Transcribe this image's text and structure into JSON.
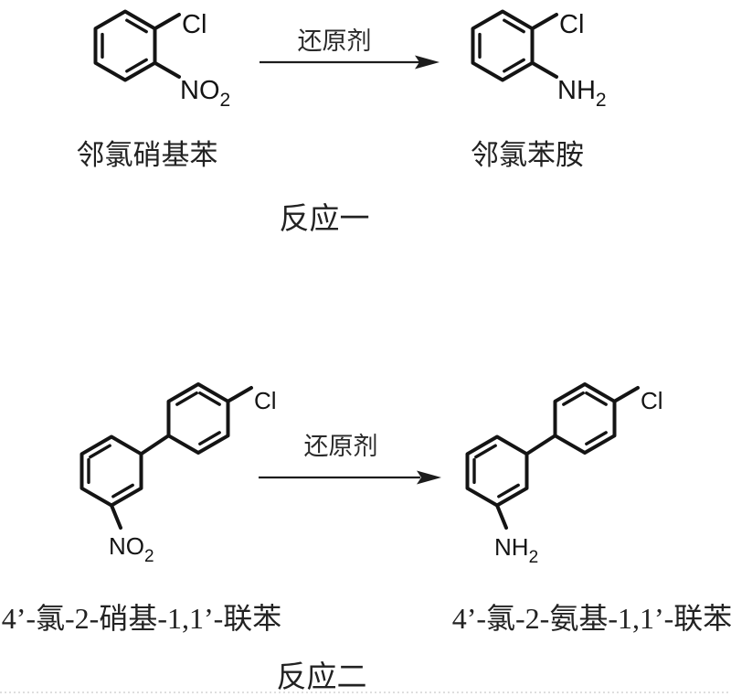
{
  "page": {
    "background": "#ffffff",
    "ink_color": "#141414"
  },
  "reaction1": {
    "caption": "反应一",
    "reagent": "还原剂",
    "reactant": {
      "name": "邻氯硝基苯",
      "top_substituent": "Cl",
      "bottom_substituent_main": "NO",
      "bottom_substituent_sub": "2"
    },
    "product": {
      "name": "邻氯苯胺",
      "top_substituent": "Cl",
      "bottom_substituent_main": "NH",
      "bottom_substituent_sub": "2"
    }
  },
  "reaction2": {
    "caption": "反应二",
    "reagent": "还原剂",
    "reactant": {
      "name": "4’-氯-2-硝基-1,1’-联苯",
      "top_substituent": "Cl",
      "bottom_substituent_main": "NO",
      "bottom_substituent_sub": "2"
    },
    "product": {
      "name": "4’-氯-2-氨基-1,1’-联苯",
      "top_substituent": "Cl",
      "bottom_substituent_main": "NH",
      "bottom_substituent_sub": "2"
    }
  }
}
